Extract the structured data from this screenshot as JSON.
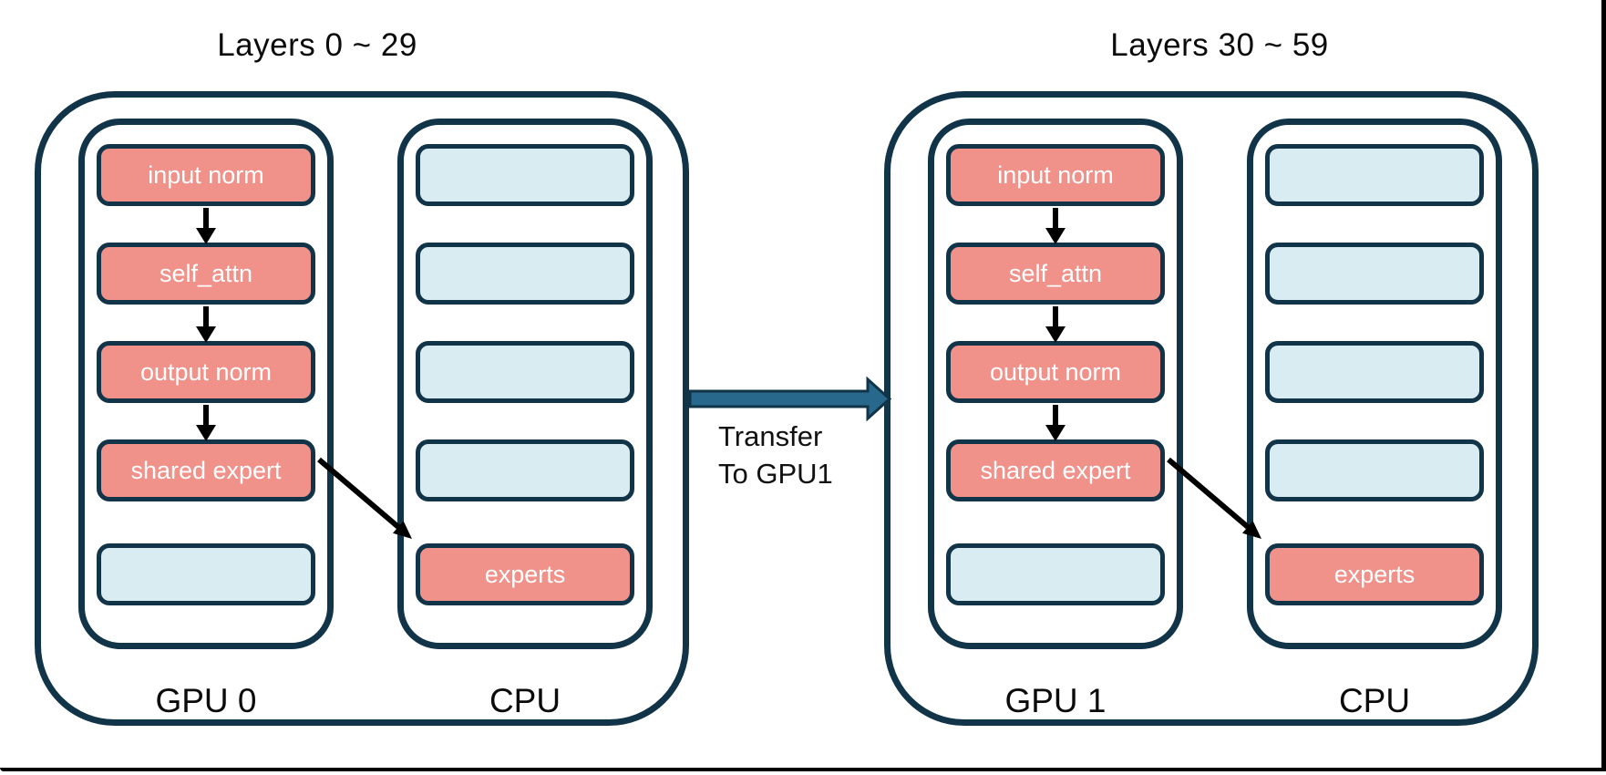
{
  "diagram_type": "MoE layer placement across GPU and CPU with transfer between GPUs",
  "colors": {
    "outline": "#113449",
    "module_fill": "#F0918A",
    "empty_fill": "#D8ECF2",
    "transfer_arrow_fill": "#28688C",
    "flow_arrow": "#000000",
    "text_dark": "#0b0b0b",
    "text_light": "#ffffff"
  },
  "transfer": {
    "line1": "Transfer",
    "line2": "To GPU1"
  },
  "groups": [
    {
      "title": "Layers 0 ~ 29",
      "device1_label": "GPU 0",
      "device2_label": "CPU",
      "gpu_modules": [
        "input norm",
        "self_attn",
        "output norm",
        "shared expert",
        ""
      ],
      "cpu_modules": [
        "",
        "",
        "",
        "",
        "experts"
      ]
    },
    {
      "title": "Layers 30 ~ 59",
      "device1_label": "GPU 1",
      "device2_label": "CPU",
      "gpu_modules": [
        "input norm",
        "self_attn",
        "output norm",
        "shared expert",
        ""
      ],
      "cpu_modules": [
        "",
        "",
        "",
        "",
        "experts"
      ]
    }
  ]
}
